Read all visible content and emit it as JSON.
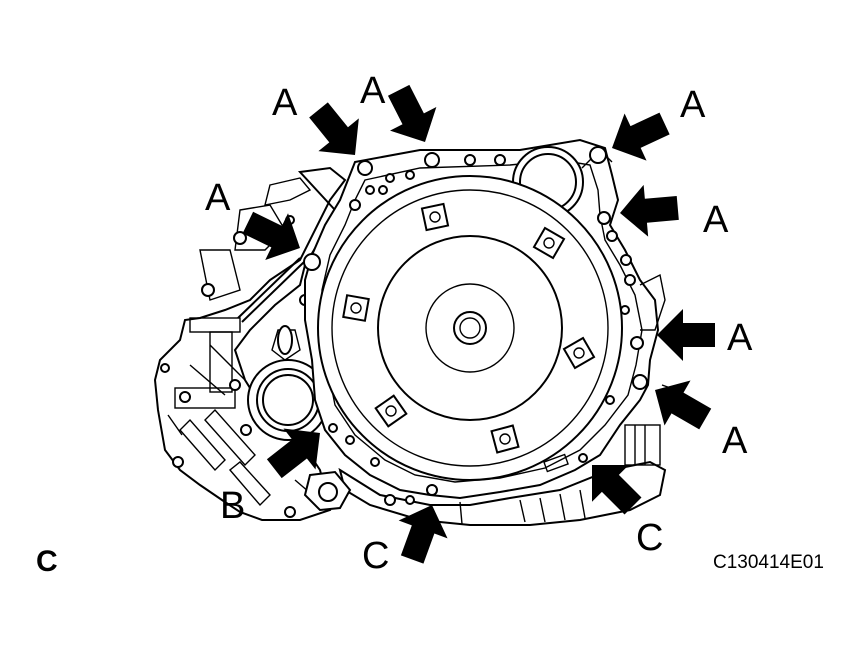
{
  "figure": {
    "corner_label": "C",
    "figure_code": "C130414E01"
  },
  "callouts": [
    {
      "id": "a1",
      "text": "A"
    },
    {
      "id": "a2",
      "text": "A"
    },
    {
      "id": "a3",
      "text": "A"
    },
    {
      "id": "a4",
      "text": "A"
    },
    {
      "id": "a5",
      "text": "A"
    },
    {
      "id": "a6",
      "text": "A"
    },
    {
      "id": "a7",
      "text": "A"
    },
    {
      "id": "b1",
      "text": "B"
    },
    {
      "id": "c1",
      "text": "C"
    },
    {
      "id": "c2",
      "text": "C"
    }
  ]
}
